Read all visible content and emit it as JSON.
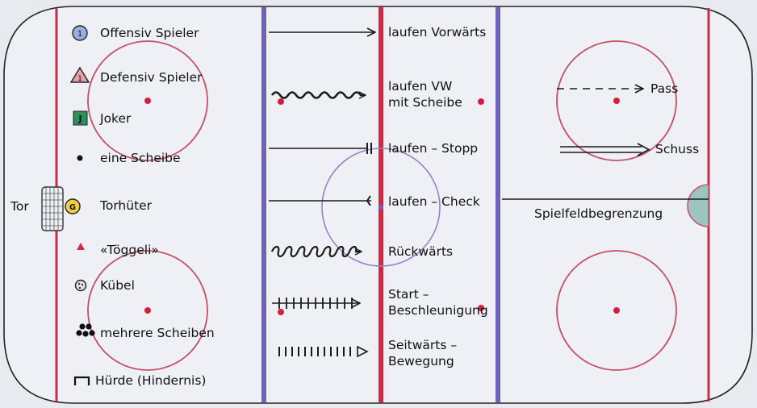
{
  "colors": {
    "ice": "#eef0f5",
    "board": "#222222",
    "red_line": "#cc2a45",
    "blue_line": "#7062b4",
    "face_circle": "#c45064",
    "center_circle": "#8c86c6",
    "dot": "#d0203f",
    "symbol_line": "#1a1a1a"
  },
  "legend_left": {
    "offensive": {
      "label": "Offensiv Spieler",
      "glyph": "1"
    },
    "defensive": {
      "label": "Defensiv Spieler",
      "glyph": "1"
    },
    "joker": {
      "label": "Joker",
      "glyph": "J"
    },
    "puck": {
      "label": "eine Scheibe"
    },
    "goalie": {
      "label": "Torhüter",
      "glyph": "G"
    },
    "goal": {
      "label": "Tor"
    },
    "cone": {
      "label": "«Töggeli»"
    },
    "bucket": {
      "label": "Kübel"
    },
    "pucks": {
      "label": "mehrere Scheiben"
    },
    "hurdle": {
      "label": "Hürde (Hindernis)"
    }
  },
  "legend_middle": {
    "skate_forward": {
      "label": "laufen Vorwärts"
    },
    "skate_with_puck": {
      "label": "laufen VW\nmit Scheibe"
    },
    "stop": {
      "label": "laufen – Stopp"
    },
    "check": {
      "label": "laufen – Check"
    },
    "backward": {
      "label": "Rückwärts"
    },
    "start": {
      "label": "Start –\nBeschleunigung"
    },
    "sideways": {
      "label": "Seitwärts –\nBewegung"
    }
  },
  "legend_right": {
    "pass": {
      "label": "Pass"
    },
    "shot": {
      "label": "Schuss"
    },
    "boundary": {
      "label": "Spielfeldbegrenzung"
    }
  }
}
